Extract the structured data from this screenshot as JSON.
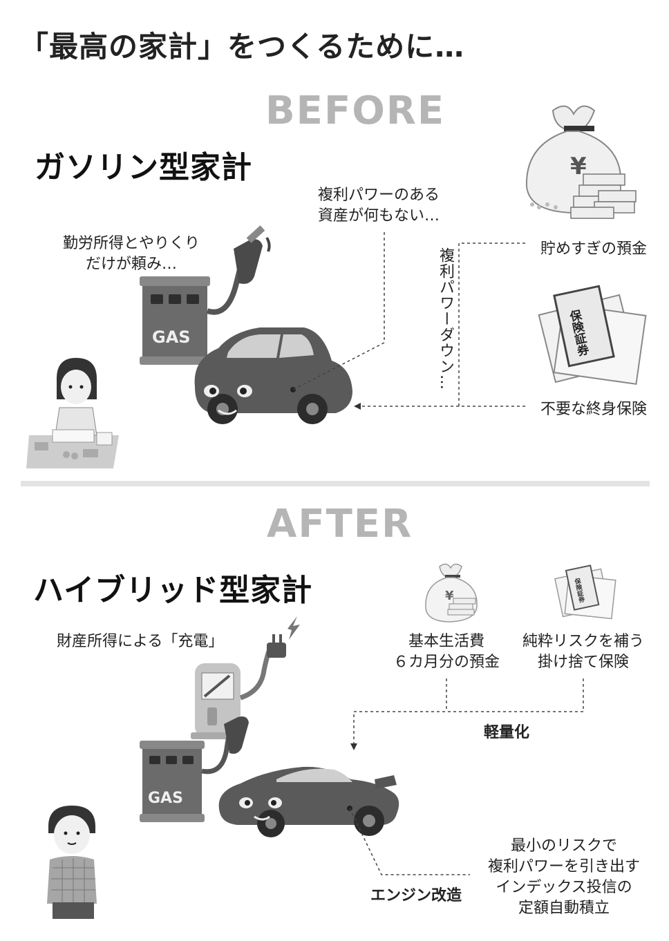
{
  "title": "「最高の家計」をつくるために…",
  "before": {
    "label": "BEFORE",
    "heading": "ガソリン型家計",
    "note_income": [
      "勤労所得とやりくり",
      "だけが頼み…"
    ],
    "note_no_assets": [
      "複利パワーのある",
      "資産が何もない…"
    ],
    "note_savings": "貯めすぎの預金",
    "note_insurance": "不要な終身保険",
    "vertical_note": "複利パワーダウン…",
    "gas_sign": "GAS",
    "certificate_text": "保険証券"
  },
  "after": {
    "label": "AFTER",
    "heading": "ハイブリッド型家計",
    "note_charge": "財産所得による「充電」",
    "note_savings": [
      "基本生活費",
      "６カ月分の預金"
    ],
    "note_insurance": [
      "純粋リスクを補う",
      "掛け捨て保険"
    ],
    "note_lighten": "軽量化",
    "note_engine": "エンジン改造",
    "note_index": [
      "最小のリスクで",
      "複利パワーを引き出す",
      "インデックス投信の",
      "定額自動積立"
    ],
    "gas_sign": "GAS",
    "certificate_text": "保険証券"
  },
  "colors": {
    "label_gray": "#b5b5b5",
    "car_dark": "#5a5a5a",
    "pump_dark": "#6b6b6b",
    "divider": "#e3e3e3"
  }
}
